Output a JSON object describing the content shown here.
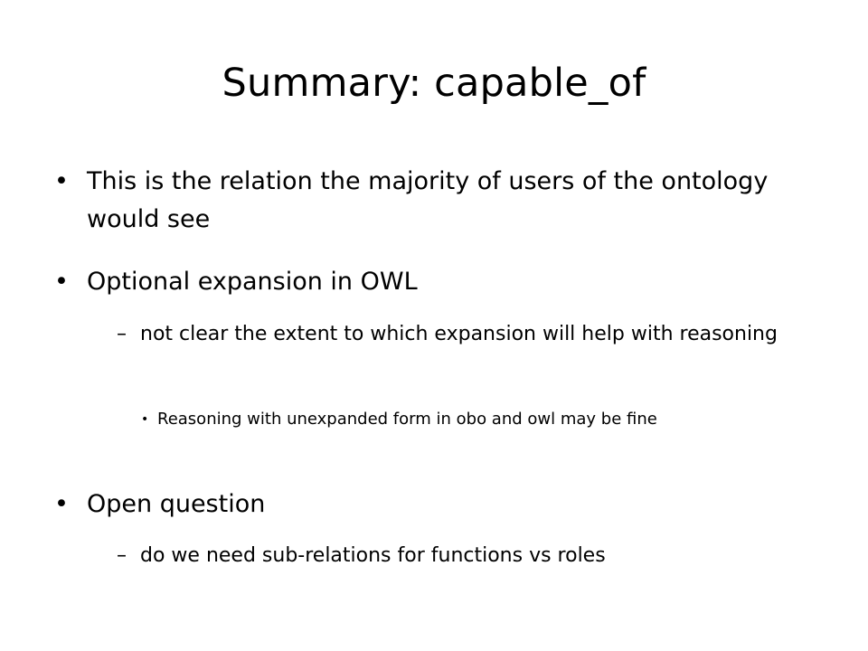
{
  "slide": {
    "title": "Summary: capable_of",
    "bullets": {
      "b1": {
        "marker": "•",
        "text": "This is the relation the majority of users of the ontology would see"
      },
      "b2": {
        "marker": "•",
        "text": "Optional expansion in OWL"
      },
      "b2_1": {
        "marker": "–",
        "text": "not clear the extent to which expansion will help with reasoning"
      },
      "b2_1_1": {
        "marker": "•",
        "text": "Reasoning with unexpanded form in obo and owl may be fine"
      },
      "b3": {
        "marker": "•",
        "text": "Open question"
      },
      "b3_1": {
        "marker": "–",
        "text": "do we need sub-relations for functions vs roles"
      }
    }
  }
}
